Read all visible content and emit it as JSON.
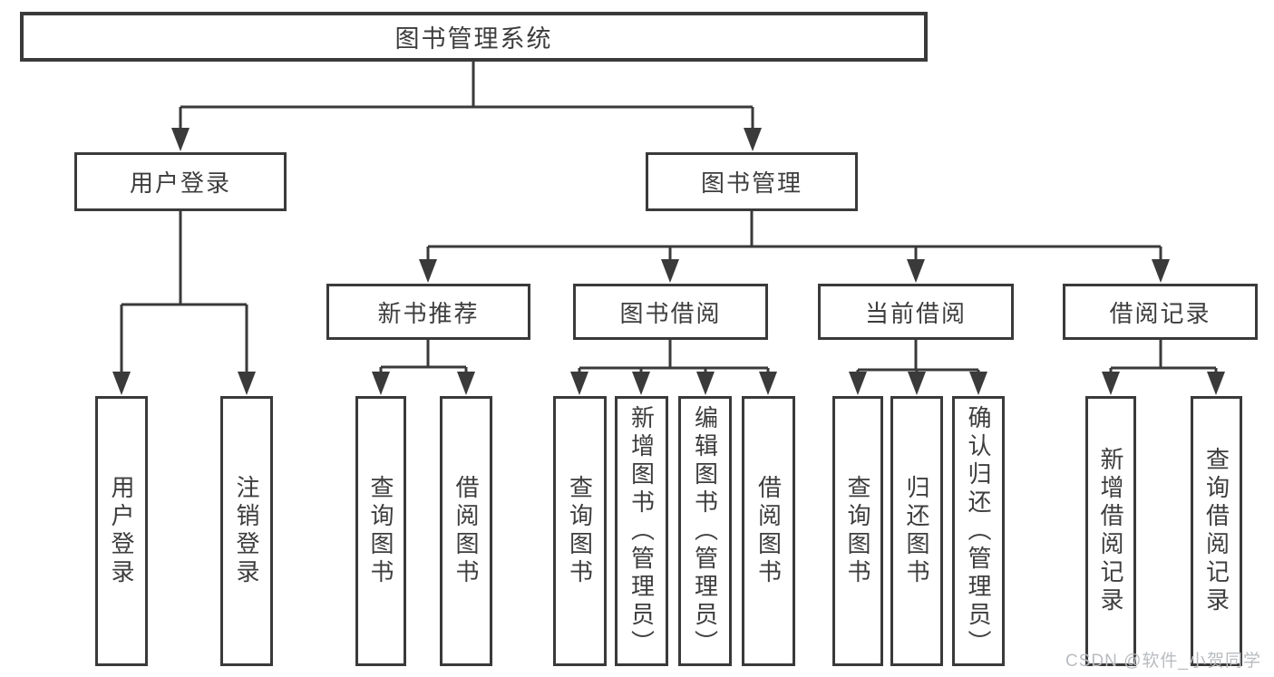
{
  "diagram_type": "hierarchy-tree",
  "colors": {
    "line": "#3a3a3a",
    "text": "#3d3d3d",
    "box_background": "#ffffff",
    "watermark_text": "#b9bcc0",
    "background": "#ffffff"
  },
  "tree": {
    "root": {
      "label": "图书管理系统",
      "children": [
        {
          "label": "用户登录",
          "children": [
            {
              "label": "用户登录"
            },
            {
              "label": "注销登录"
            }
          ]
        },
        {
          "label": "图书管理",
          "children": [
            {
              "label": "新书推荐",
              "children": [
                {
                  "label": "查询图书"
                },
                {
                  "label": "借阅图书"
                }
              ]
            },
            {
              "label": "图书借阅",
              "children": [
                {
                  "label": "查询图书"
                },
                {
                  "label": "新增图书（管理员）"
                },
                {
                  "label": "编辑图书（管理员）"
                },
                {
                  "label": "借阅图书"
                }
              ]
            },
            {
              "label": "当前借阅",
              "children": [
                {
                  "label": "查询图书"
                },
                {
                  "label": "归还图书"
                },
                {
                  "label": "确认归还（管理员）"
                }
              ]
            },
            {
              "label": "借阅记录",
              "children": [
                {
                  "label": "新增借阅记录"
                },
                {
                  "label": "查询借阅记录"
                }
              ]
            }
          ]
        }
      ]
    }
  },
  "watermark": {
    "text": "CSDN @软件_小贺同学"
  }
}
